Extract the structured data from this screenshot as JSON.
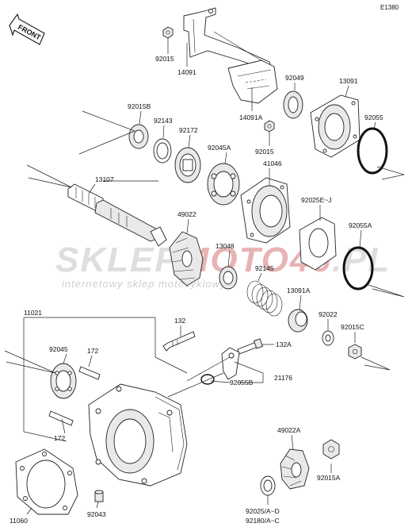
{
  "diagram_code": "E1380",
  "front_label": "FRONT",
  "watermark": {
    "brand_left": "SKLEP",
    "brand_highlight": "MOTO46",
    "brand_right": ".PL",
    "tagline": "internetowy sklep motocyklowy"
  },
  "labels": {
    "p92015_top": "92015",
    "p14091": "14091",
    "p92049": "92049",
    "p13091": "13091",
    "p14091A": "14091A",
    "p92015B": "92015B",
    "p92143": "92143",
    "p92172": "92172",
    "p92015_mid": "92015",
    "p92055": "92055",
    "p92045A": "92045A",
    "p41046": "41046",
    "p13107": "13107",
    "p92025EJ": "92025E~J",
    "p49022": "49022",
    "p92055A": "92055A",
    "p13048": "13048",
    "p92145": "92145",
    "p13091A": "13091A",
    "p11021": "11021",
    "p132": "132",
    "p92022": "92022",
    "p92015C": "92015C",
    "p92045": "92045",
    "p172_top": "172",
    "p132A": "132A",
    "p92055B": "92055B",
    "p21176": "21176",
    "p172_bot": "172",
    "p49022A": "49022A",
    "p92015A": "92015A",
    "p11060": "11060",
    "p92043": "92043",
    "p92025AD": "92025/A~D",
    "p92180AC": "92180/A~C"
  }
}
